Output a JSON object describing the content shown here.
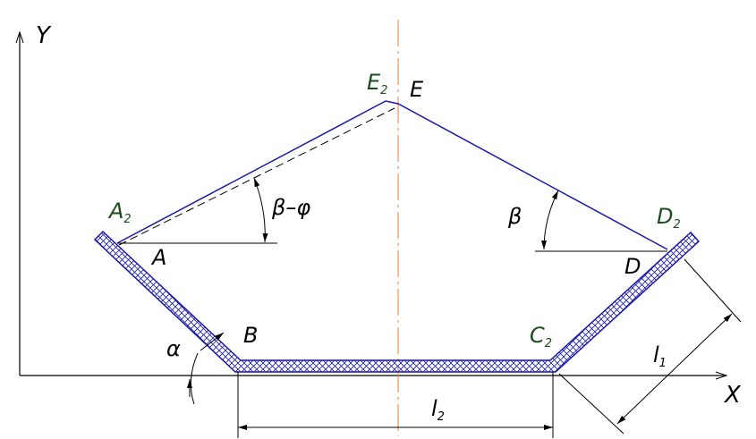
{
  "axes": {
    "x_label": "X",
    "y_label": "Y"
  },
  "points": {
    "E2": {
      "main": "E",
      "sub": "2"
    },
    "E": "E",
    "A2": {
      "main": "A",
      "sub": "2"
    },
    "A": "A",
    "B": "B",
    "C2": {
      "main": "C",
      "sub": "2"
    },
    "D2": {
      "main": "D",
      "sub": "2"
    },
    "D": "D"
  },
  "angles": {
    "beta_minus_phi": "β–φ",
    "beta": "β",
    "alpha": "α"
  },
  "dimensions": {
    "l1": {
      "main": "l",
      "sub": "1"
    },
    "l2": {
      "main": "l",
      "sub": "2"
    }
  },
  "colors": {
    "outline": "#1a1aaa",
    "axis": "#000000",
    "centerline": "#e08040",
    "label_green": "#1a4d1a"
  }
}
